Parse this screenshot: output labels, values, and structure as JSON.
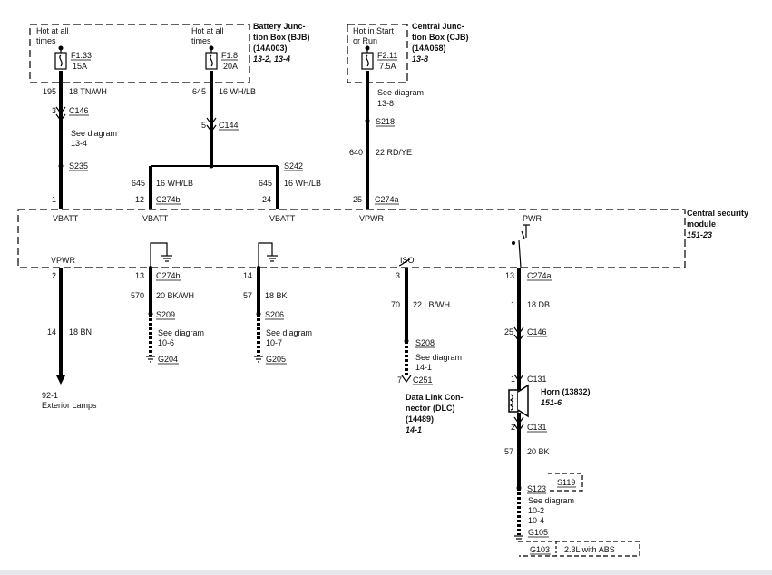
{
  "power": {
    "bjb_hot_line1": "Hot at all",
    "bjb_hot_line2": "times",
    "bjb_hot2_line1": "Hot at all",
    "bjb_hot2_line2": "times",
    "bjb_title1": "Battery Junc-",
    "bjb_title2": "tion Box (BJB)",
    "bjb_part": "(14A003)",
    "bjb_ref": "13-2, 13-4",
    "fuse1_id": "F1.33",
    "fuse1_amp": "15A",
    "fuse2_id": "F1.8",
    "fuse2_amp": "20A",
    "cjb_hot_line1": "Hot in Start",
    "cjb_hot_line2": "or Run",
    "cjb_title1": "Central Junc-",
    "cjb_title2": "tion Box (CJB)",
    "cjb_part": "(14A068)",
    "cjb_ref": "13-8",
    "fuse3_id": "F2.11",
    "fuse3_amp": "7.5A"
  },
  "upper_wires": {
    "w1_circuit": "195",
    "w1_spec": "18 TN/WH",
    "w1_pin": "3",
    "w1_conn": "C146",
    "w1_see1": "See diagram",
    "w1_see2": "13-4",
    "w1_splice": "S235",
    "w2_circuit": "645",
    "w2_spec": "16 WH/LB",
    "w2_pin": "5",
    "w2_conn": "C144",
    "w2_splice": "S242",
    "w2a_circuit": "645",
    "w2a_spec": "16 WH/LB",
    "w2b_circuit": "645",
    "w2b_spec": "16 WH/LB",
    "w3_see1": "See diagram",
    "w3_see2": "13-8",
    "w3_splice": "S218",
    "w3_circuit": "640",
    "w3_spec": "22 RD/YE"
  },
  "module": {
    "title1": "Central security",
    "title2": "module",
    "ref": "151-23",
    "pin_vbatt1": "1",
    "pin_vbatt2": "12",
    "conn_vbatt2": "C274b",
    "pin_vbatt3": "24",
    "pin_vpwr": "25",
    "conn_vpwr": "C274a",
    "label_vbatt1": "VBATT",
    "label_vbatt2": "VBATT",
    "label_vbatt3": "VBATT",
    "label_vpwr_top": "VPWR",
    "label_vpwr_bottom": "VPWR",
    "label_iso": "ISO",
    "label_pwr": "PWR"
  },
  "lower_wires": {
    "ext_pin": "2",
    "ext_circuit": "14",
    "ext_spec": "18 BN",
    "ext_ref": "92-1",
    "ext_label": "Exterior Lamps",
    "g204_pin": "13",
    "g204_conn": "C274b",
    "g204_circuit": "570",
    "g204_spec": "20 BK/WH",
    "g204_splice": "S209",
    "g204_see1": "See diagram",
    "g204_see2": "10-6",
    "g204_ground": "G204",
    "g205_pin": "14",
    "g205_circuit": "57",
    "g205_spec": "18 BK",
    "g205_splice": "S206",
    "g205_see1": "See diagram",
    "g205_see2": "10-7",
    "g205_ground": "G205",
    "dlc_pin": "3",
    "dlc_circuit": "70",
    "dlc_spec": "22 LB/WH",
    "dlc_splice": "S208",
    "dlc_see1": "See diagram",
    "dlc_see2": "14-1",
    "dlc_pin2": "7",
    "dlc_conn": "C251",
    "dlc_name1": "Data Link Con-",
    "dlc_name2": "nector (DLC)",
    "dlc_part": "(14489)",
    "dlc_ref": "14-1",
    "horn_pin": "13",
    "horn_conn": "C274a",
    "horn_circuit": "1",
    "horn_spec": "18 DB",
    "horn_pin2": "25",
    "horn_conn2": "C146",
    "horn_pin3": "1",
    "horn_conn3": "C131",
    "horn_name": "Horn (13832)",
    "horn_ref": "151-6",
    "horn_pin4": "2",
    "horn_conn4": "C131",
    "horn_circuit2": "57",
    "horn_spec2": "20 BK",
    "horn_splice": "S123",
    "horn_splice_alt": "S119",
    "horn_see1": "See diagram",
    "horn_see2": "10-2",
    "horn_see3": "10-4",
    "horn_ground": "G105",
    "horn_ground_alt": "G103",
    "horn_variant": "2.3L with ABS"
  }
}
